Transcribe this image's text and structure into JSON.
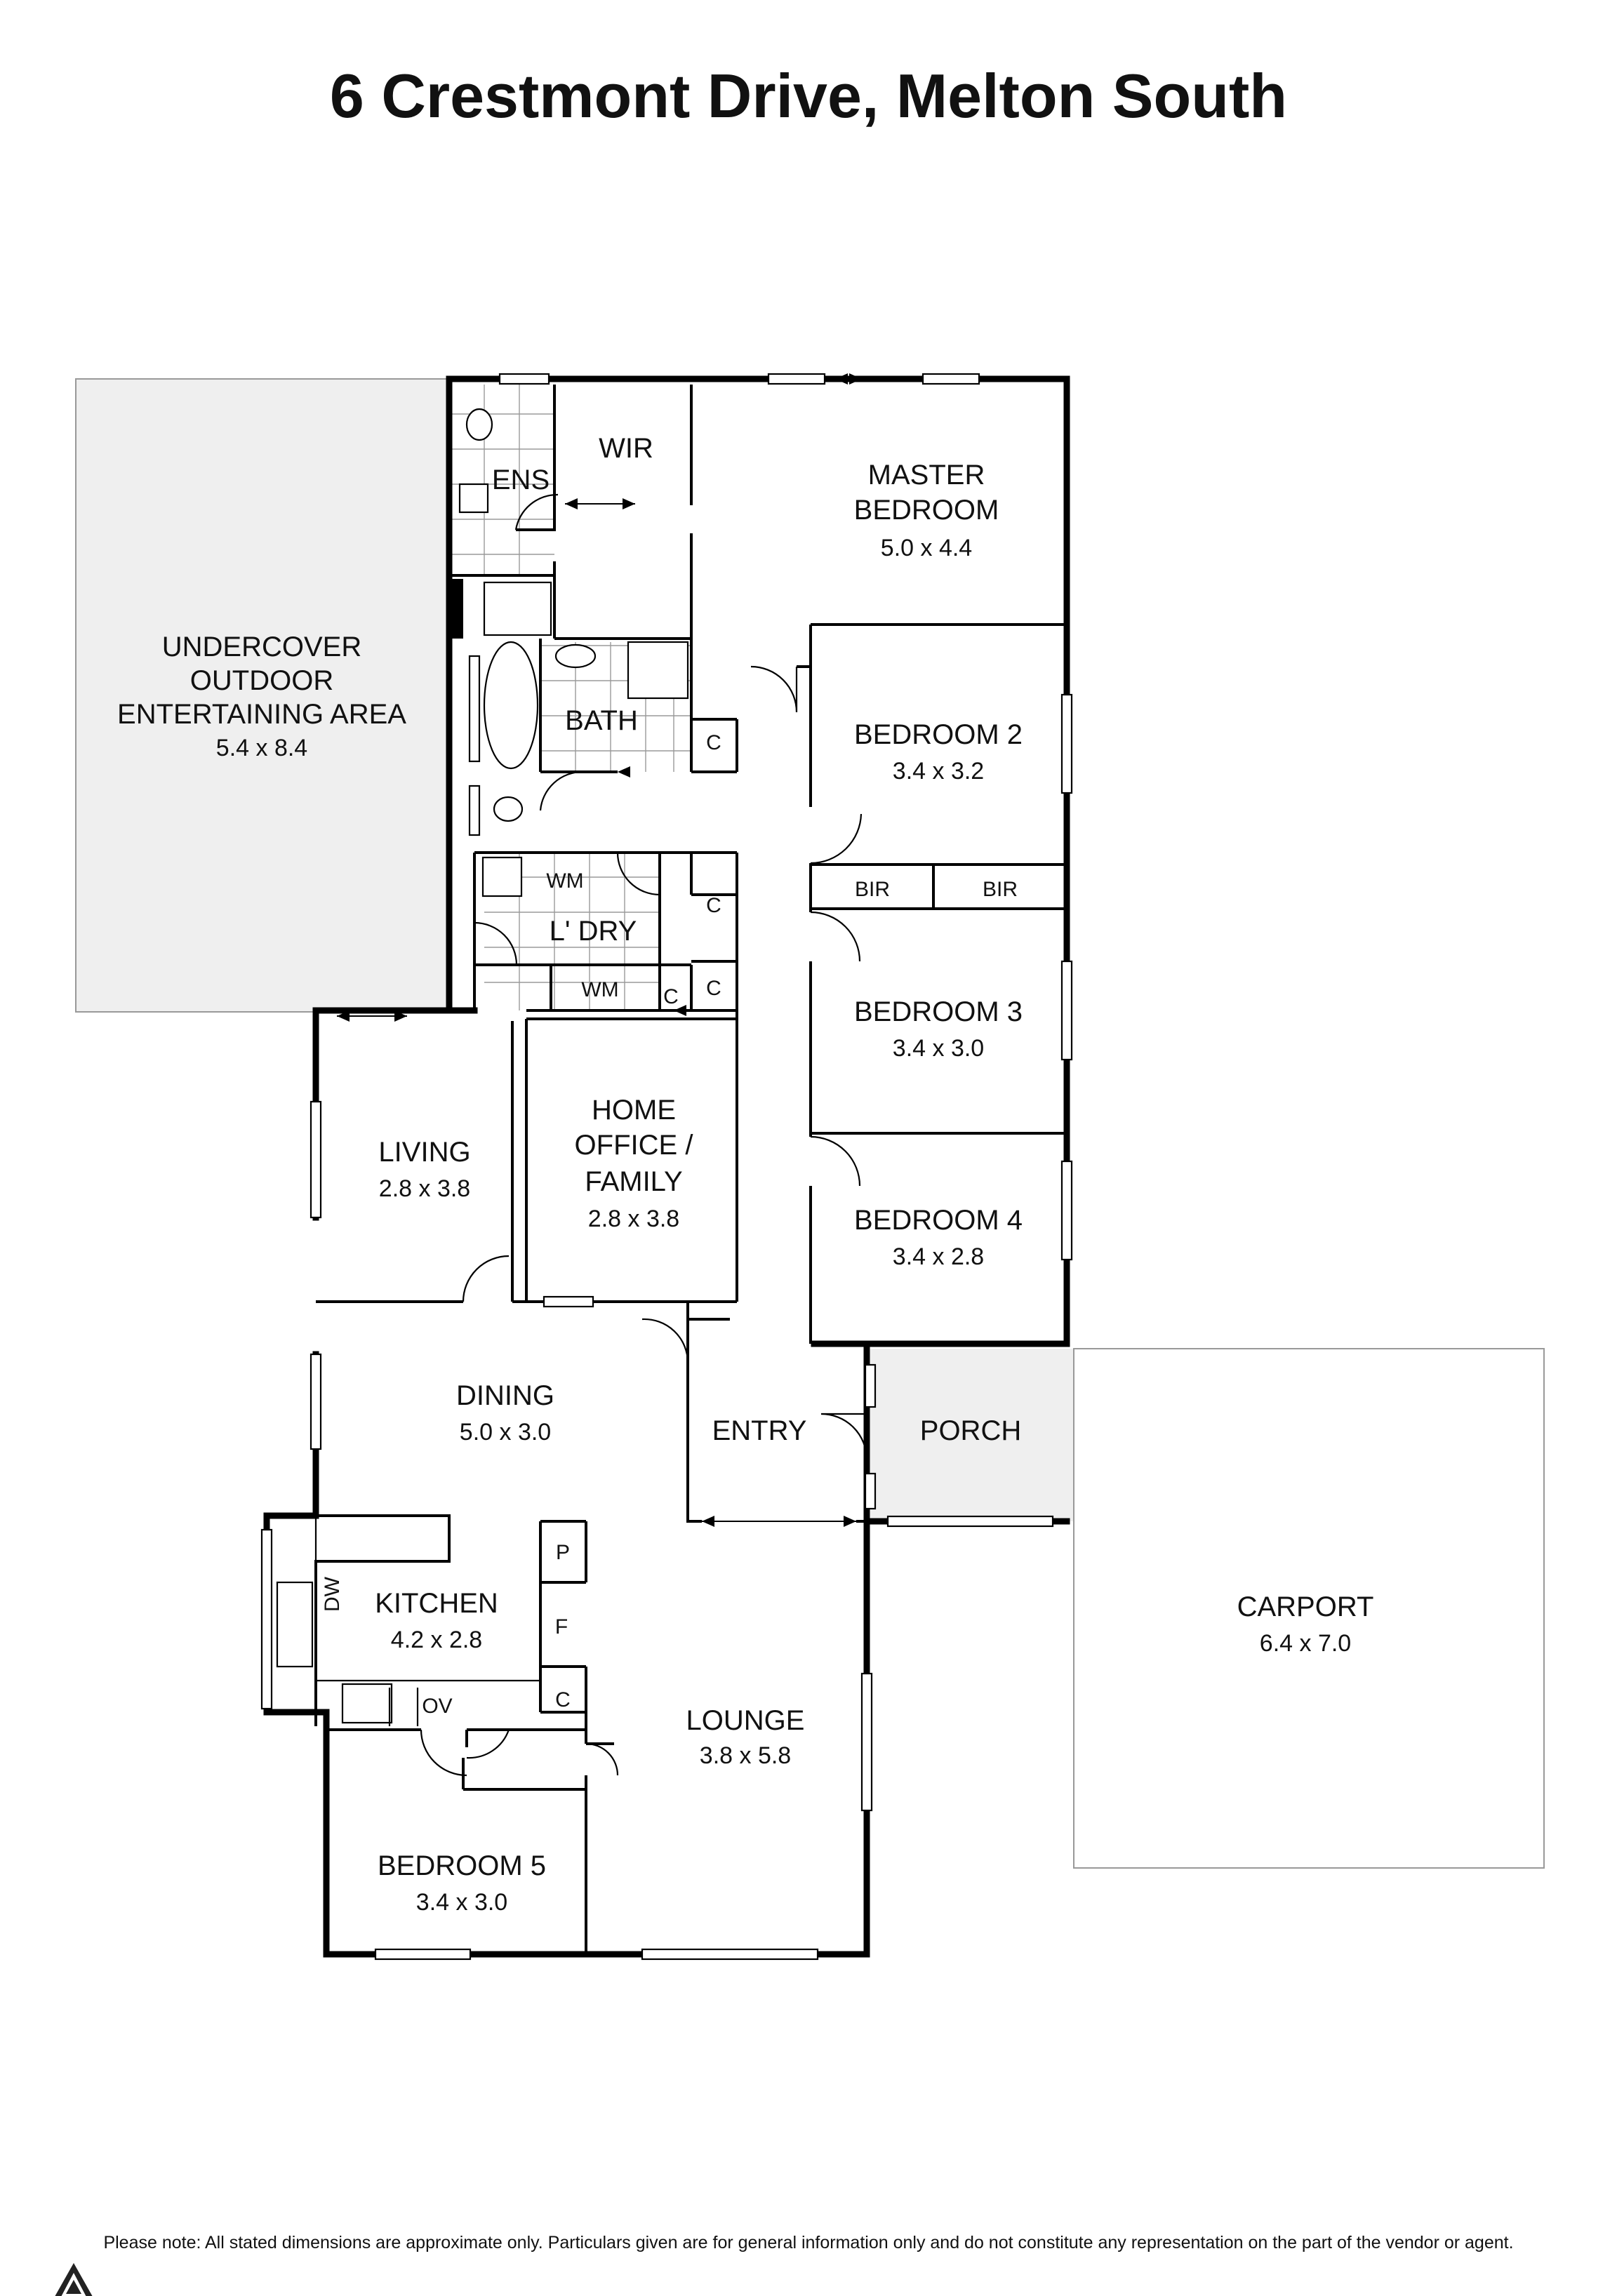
{
  "title": "6 Crestmont Drive, Melton South",
  "rooms": {
    "outdoor": {
      "line1": "UNDERCOVER",
      "line2": "OUTDOOR",
      "line3": "ENTERTAINING AREA",
      "dims": "5.4 x 8.4"
    },
    "ens": {
      "name": "ENS"
    },
    "wir": {
      "name": "WIR"
    },
    "master": {
      "line1": "MASTER",
      "line2": "BEDROOM",
      "dims": "5.0 x 4.4"
    },
    "bath": {
      "name": "BATH"
    },
    "bedroom2": {
      "name": "BEDROOM 2",
      "dims": "3.4 x 3.2"
    },
    "bir1": {
      "name": "BIR"
    },
    "bir2": {
      "name": "BIR"
    },
    "laundry": {
      "name": "L' DRY"
    },
    "wm1": {
      "name": "WM"
    },
    "wm2": {
      "name": "WM"
    },
    "bedroom3": {
      "name": "BEDROOM 3",
      "dims": "3.4 x 3.0"
    },
    "living": {
      "name": "LIVING",
      "dims": "2.8 x 3.8"
    },
    "office": {
      "line1": "HOME",
      "line2": "OFFICE /",
      "line3": "FAMILY",
      "dims": "2.8 x 3.8"
    },
    "bedroom4": {
      "name": "BEDROOM 4",
      "dims": "3.4 x 2.8"
    },
    "dining": {
      "name": "DINING",
      "dims": "5.0 x 3.0"
    },
    "entry": {
      "name": "ENTRY"
    },
    "porch": {
      "name": "PORCH"
    },
    "carport": {
      "name": "CARPORT",
      "dims": "6.4 x 7.0"
    },
    "kitchen": {
      "name": "KITCHEN",
      "dims": "4.2 x 2.8"
    },
    "dw": {
      "name": "DW"
    },
    "ov": {
      "name": "OV"
    },
    "pantry": {
      "name": "P"
    },
    "fridge": {
      "name": "F"
    },
    "lounge": {
      "name": "LOUNGE",
      "dims": "3.8 x 5.8"
    },
    "bedroom5": {
      "name": "BEDROOM 5",
      "dims": "3.4 x 3.0"
    }
  },
  "cupboards": {
    "label": "C"
  },
  "disclaimer": "Please note: All stated dimensions are approximate only. Particulars given are for general information only and do not constitute any representation on the part of the vendor or agent."
}
